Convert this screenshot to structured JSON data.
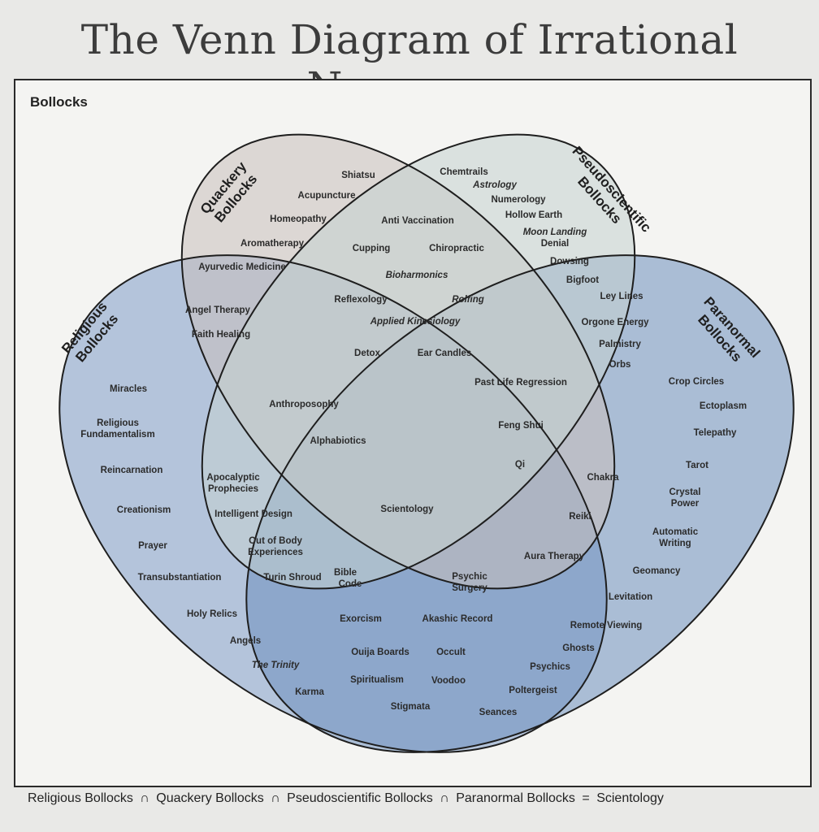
{
  "title": "The Venn Diagram of Irrational Nonsense",
  "universe_label": "Bollocks",
  "set_titles": {
    "quackery": "Quackery\nBollocks",
    "pseudoscientific": "Pseudoscientific\nBollocks",
    "religious": "Religious\nBollocks",
    "paranormal": "Paranormal\nBollocks"
  },
  "items": {
    "shiatsu": "Shiatsu",
    "acupuncture": "Acupuncture",
    "homeopathy": "Homeopathy",
    "aromatherapy": "Aromatherapy",
    "ayurvedic": "Ayurvedic Medicine",
    "chemtrails": "Chemtrails",
    "astrology": "Astrology",
    "numerology": "Numerology",
    "hollow_earth": "Hollow Earth",
    "moon_landing": "Moon Landing",
    "denial": "Denial",
    "dowsing": "Dowsing",
    "bigfoot": "Bigfoot",
    "anti_vaccination": "Anti Vaccination",
    "cupping": "Cupping",
    "chiropractic": "Chiropractic",
    "bioharmonics": "Bioharmonics",
    "reflexology": "Reflexology",
    "rolfing": "Rolfing",
    "applied_kinesiology": "Applied Kinesiology",
    "detox": "Detox",
    "ear_candles": "Ear Candles",
    "angel_therapy": "Angel Therapy",
    "faith_healing": "Faith Healing",
    "ley_lines": "Ley Lines",
    "orgone_energy": "Orgone Energy",
    "palmistry": "Palmistry",
    "orbs": "Orbs",
    "miracles": "Miracles",
    "religious_fund_1": "Religious",
    "religious_fund_2": "Fundamentalism",
    "reincarnation": "Reincarnation",
    "creationism": "Creationism",
    "prayer": "Prayer",
    "transubstantiation": "Transubstantiation",
    "holy_relics": "Holy Relics",
    "angels": "Angels",
    "the_trinity": "The Trinity",
    "karma": "Karma",
    "anthroposophy": "Anthroposophy",
    "alphabiotics": "Alphabiotics",
    "past_life": "Past Life Regression",
    "feng_shui": "Feng Shui",
    "qi": "Qi",
    "apocalyptic_1": "Apocalyptic",
    "apocalyptic_2": "Prophecies",
    "intelligent_design": "Intelligent Design",
    "obe_1": "Out of Body",
    "obe_2": "Experiences",
    "turin_shroud": "Turin Shroud",
    "scientology": "Scientology",
    "bible_1": "Bible",
    "bible_2": "Code",
    "psychic_surgery_1": "Psychic",
    "psychic_surgery_2": "Surgery",
    "chakra": "Chakra",
    "reiki": "Reiki",
    "aura_therapy": "Aura Therapy",
    "crop_circles": "Crop Circles",
    "ectoplasm": "Ectoplasm",
    "telepathy": "Telepathy",
    "tarot": "Tarot",
    "crystal_1": "Crystal",
    "crystal_2": "Power",
    "automatic_1": "Automatic",
    "automatic_2": "Writing",
    "geomancy": "Geomancy",
    "levitation": "Levitation",
    "remote_viewing": "Remote Viewing",
    "ghosts": "Ghosts",
    "psychics": "Psychics",
    "poltergeist": "Poltergeist",
    "seances": "Seances",
    "exorcism": "Exorcism",
    "akashic": "Akashic Record",
    "ouija": "Ouija Boards",
    "occult": "Occult",
    "spiritualism": "Spiritualism",
    "voodoo": "Voodoo",
    "stigmata": "Stigmata"
  },
  "footer": {
    "religious": "Religious Bollocks",
    "quackery": "Quackery Bollocks",
    "pseudoscientific": "Pseudoscientific Bollocks",
    "paranormal": "Paranormal Bollocks",
    "intersect_symbol": "∩",
    "equals_symbol": "=",
    "result": "Scientology"
  },
  "colors": {
    "quackery_fill": "#c9bfbc",
    "pseudo_fill": "#c4d2d0",
    "religious_fill": "#7f9dc8",
    "paranormal_fill": "#6d8fbd",
    "outline": "#1e1e1e"
  }
}
